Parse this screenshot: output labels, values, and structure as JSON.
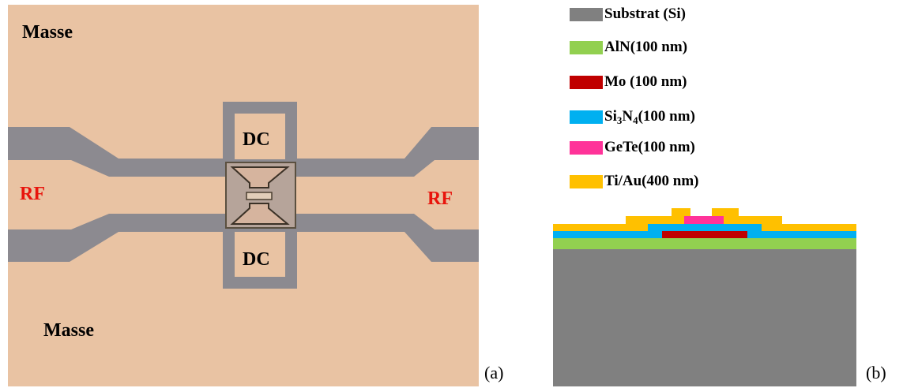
{
  "photo": {
    "labels": {
      "masse_top": "Masse",
      "masse_bottom": "Masse",
      "rf_left": "RF",
      "rf_right": "RF",
      "dc_top": "DC",
      "dc_bottom": "DC"
    },
    "colors": {
      "background": "#e9c3a3",
      "metal": "#8c8a90",
      "rf_text": "#e8140c",
      "text": "#000000"
    }
  },
  "panel_a_tag": "(a)",
  "panel_b_tag": "(b)",
  "legend": [
    {
      "id": "si",
      "label": "Substrat (Si)",
      "color": "#808080"
    },
    {
      "id": "aln",
      "label": "AlN(100 nm)",
      "color": "#92d050"
    },
    {
      "id": "mo",
      "label": "Mo (100 nm)",
      "color": "#c00000"
    },
    {
      "id": "sin",
      "label_main": "Si",
      "sub1": "3",
      "label_mid": "N",
      "sub2": "4",
      "label_end": "(100 nm)",
      "color": "#00b0f0"
    },
    {
      "id": "gete",
      "label": "GeTe(100 nm)",
      "color": "#ff3399"
    },
    {
      "id": "tiau",
      "label": "Ti/Au(400 nm)",
      "color": "#ffc000"
    }
  ]
}
